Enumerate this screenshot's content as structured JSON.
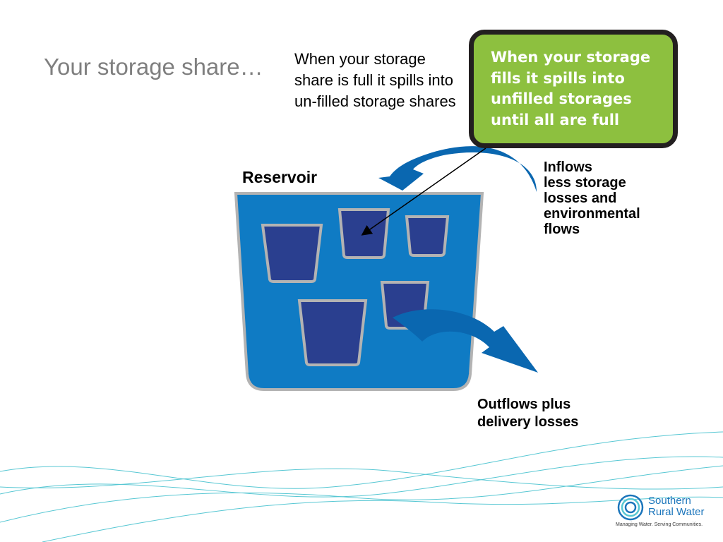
{
  "slide": {
    "title": "Your storage share…",
    "explanation": "When your storage share is full it spills into un-filled storage shares",
    "callout": "When your storage fills it spills into unfilled storages until all are full",
    "reservoir_label": "Reservoir",
    "inflows_label": "Inflows\nless storage\nlosses and\nenvironmental\nflows",
    "outflows_label": "Outflows plus\ndelivery losses"
  },
  "logo": {
    "name": "Southern\nRural Water",
    "tagline": "Managing Water. Serving Communities."
  },
  "colors": {
    "reservoir_water": "#0f7bc4",
    "reservoir_rim": "#b3b3b3",
    "share_water": "#2a3f8f",
    "arrow": "#0a67b0",
    "callout_bg": "#8dc03f",
    "wave_lines": "#57c7d3"
  }
}
